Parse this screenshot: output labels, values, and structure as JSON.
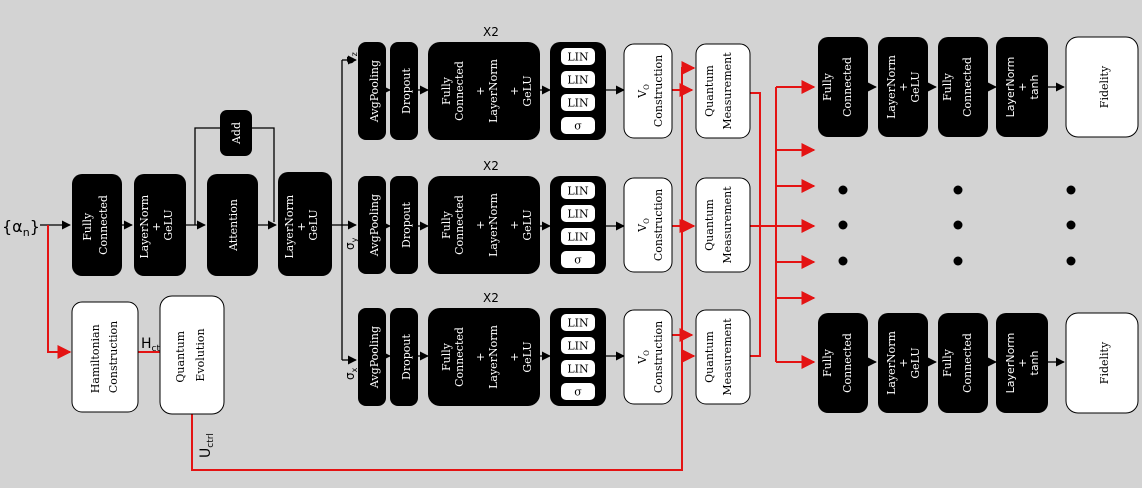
{
  "input": {
    "alpha": "{α",
    "alpha_sub": "n",
    "alpha_close": "}"
  },
  "trunk": {
    "fc": [
      "Fully",
      "Connected"
    ],
    "ln1": [
      "LayerNorm",
      "+",
      "GeLU"
    ],
    "add": "Add",
    "attention": "Attention",
    "ln2": [
      "LayerNorm",
      "+",
      "GeLU"
    ]
  },
  "branches": [
    {
      "sigma": "σ",
      "sigma_sub": "z"
    },
    {
      "sigma": "σ",
      "sigma_sub": "y"
    },
    {
      "sigma": "σ",
      "sigma_sub": "x"
    }
  ],
  "branch_blocks": {
    "avgpool": "AvgPooling",
    "dropout": "Dropout",
    "fc_block": [
      "Fully",
      "Connected",
      "+",
      "LayerNorm",
      "+",
      "GeLU"
    ],
    "repeat": "X2",
    "lin": "LIN",
    "sigma_out": "σ",
    "v_construction": [
      "V",
      "O",
      "Construction"
    ],
    "measurement": [
      "Quantum",
      "Measurement"
    ]
  },
  "physics": {
    "hamiltonian": [
      "Hamiltonian",
      "Construction"
    ],
    "h_label": "H",
    "h_sub": "ctrl",
    "evolution": [
      "Quantum",
      "Evolution"
    ],
    "u_label": "U",
    "u_sub": "ctrl"
  },
  "head": {
    "fc1": [
      "Fully",
      "Connected"
    ],
    "ln": [
      "LayerNorm",
      "+",
      "GeLU"
    ],
    "fc2": [
      "Fully",
      "Connected"
    ],
    "ln_tanh": [
      "LayerNorm",
      "+",
      "tanh"
    ],
    "fidelity": "Fidelity"
  },
  "colors": {
    "background": "#d3d3d3",
    "block": "#000000",
    "signal": "#e41313"
  }
}
